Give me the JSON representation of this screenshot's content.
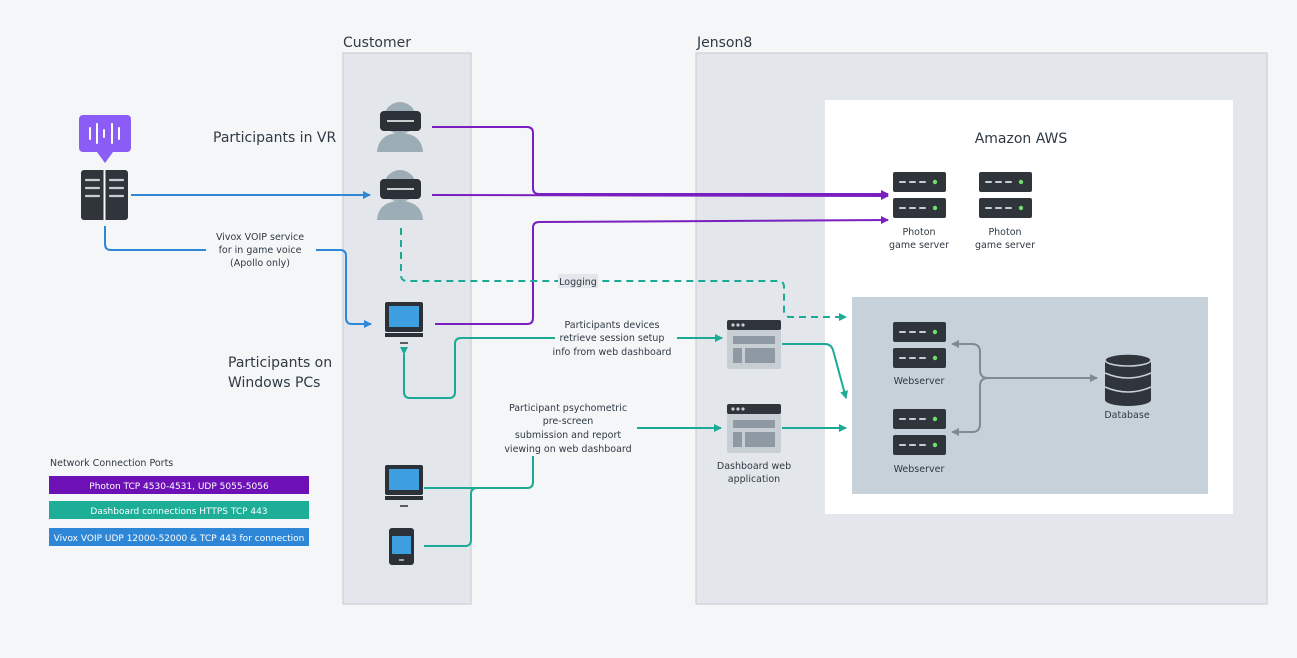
{
  "zones": {
    "customer": "Customer",
    "jenson8": "Jenson8",
    "aws": "Amazon AWS"
  },
  "groups": {
    "vr": "Participants in VR",
    "pcs_line1": "Participants  on",
    "pcs_line2": "Windows PCs"
  },
  "servers": {
    "photon1": [
      "Photon",
      "game server"
    ],
    "photon2": [
      "Photon",
      "game server"
    ],
    "webserver1": "Webserver",
    "webserver2": "Webserver",
    "database": "Database"
  },
  "apps": {
    "dashboard": [
      "Dashboard web",
      "application"
    ]
  },
  "annotations": {
    "vivox": [
      "Vivox VOIP service",
      "for in game voice",
      "(Apollo only)"
    ],
    "logging": "Logging",
    "session": [
      "Participants devices",
      "retrieve session setup",
      "info from web dashboard"
    ],
    "psychometric": [
      "Participant psychometric",
      "pre-screen",
      "submission and report",
      "viewing on web dashboard"
    ]
  },
  "legend": {
    "title": "Network Connection Ports",
    "items": [
      {
        "label": "Photon TCP 4530-4531, UDP 5055-5056",
        "color": "#6d11b7"
      },
      {
        "label": "Dashboard connections HTTPS TCP 443",
        "color": "#1cae97"
      },
      {
        "label": "Vivox VOIP UDP 12000-52000 & TCP 443 for connection",
        "color": "#2e86d6"
      }
    ]
  },
  "colors": {
    "photon": "#7a1fc0",
    "dashboard": "#1aaa96",
    "vivox": "#2f87d8",
    "vivox_bubble": "#8b5cf6"
  }
}
